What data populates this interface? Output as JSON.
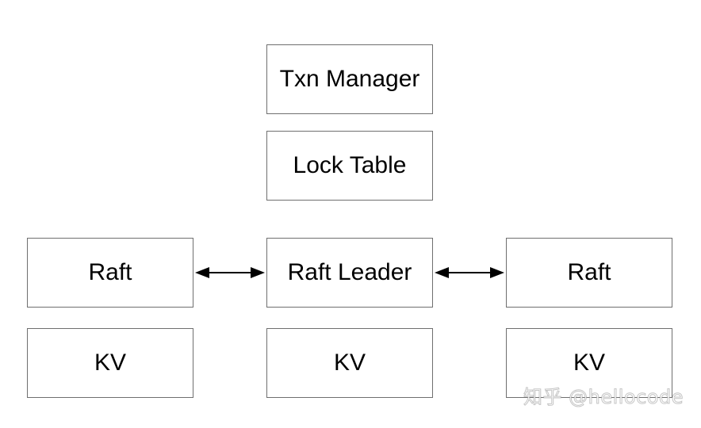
{
  "diagram": {
    "nodes": {
      "txn_manager": "Txn Manager",
      "lock_table": "Lock Table",
      "raft_left": "Raft",
      "raft_leader": "Raft Leader",
      "raft_right": "Raft",
      "kv_left": "KV",
      "kv_middle": "KV",
      "kv_right": "KV"
    },
    "edges": [
      {
        "from": "raft_left",
        "to": "raft_leader",
        "direction": "bidirectional"
      },
      {
        "from": "raft_leader",
        "to": "raft_right",
        "direction": "bidirectional"
      }
    ],
    "colors": {
      "box_border": "#6f6f6f",
      "arrow": "#000000",
      "background": "#ffffff"
    }
  },
  "watermark": "知乎 @hellocode"
}
